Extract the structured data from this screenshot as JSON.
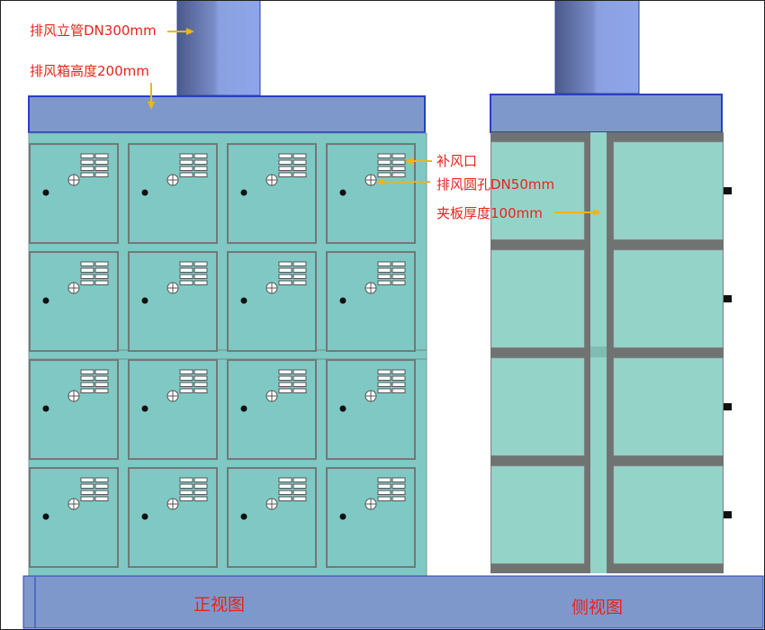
{
  "annotations": {
    "exhaust_riser": "排风立管DN300mm",
    "exhaust_box_height": "排风箱高度200mm",
    "makeup_air": "补风口",
    "exhaust_hole": "排风圆孔DN50mm",
    "panel_thickness": "夹板厚度100mm"
  },
  "views": {
    "front": "正视图",
    "side": "侧视图"
  },
  "front_grid": {
    "rows": 4,
    "cols": 4
  },
  "side_rows": 4,
  "colors": {
    "duct": "#7f98cc",
    "duct_dark": "#4a5a8a",
    "cabinet": "#80c8c4",
    "panel_frame": "#6f7a78",
    "side_door": "#94d4c8",
    "annotation_text": "#e8231b",
    "arrow": "#f0b418",
    "edge_blue": "#2840c0"
  }
}
